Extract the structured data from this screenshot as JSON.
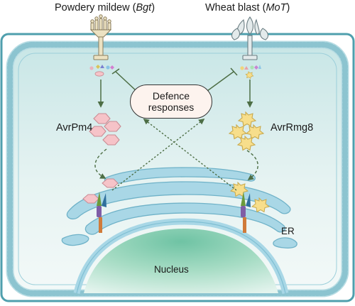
{
  "pathogens": {
    "left": {
      "name": "Powdery mildew",
      "abbr": "Bgt"
    },
    "right": {
      "name": "Wheat blast",
      "abbr": "MoT"
    }
  },
  "effectors": {
    "left": "AvrPm4",
    "right": "AvrRmg8"
  },
  "defence": {
    "line1": "Defence",
    "line2": "responses"
  },
  "organelles": {
    "er": "ER",
    "nucleus": "Nucleus"
  },
  "colors": {
    "cell_border": "#5fa9b6",
    "cell_fill": "#d6ecec",
    "er": "#a9d7e6",
    "nucleus": "#a9dcc6",
    "arrow": "#4d6e45",
    "pink_effector": "#f6c3c8",
    "yellow_effector": "#f7de8b"
  }
}
